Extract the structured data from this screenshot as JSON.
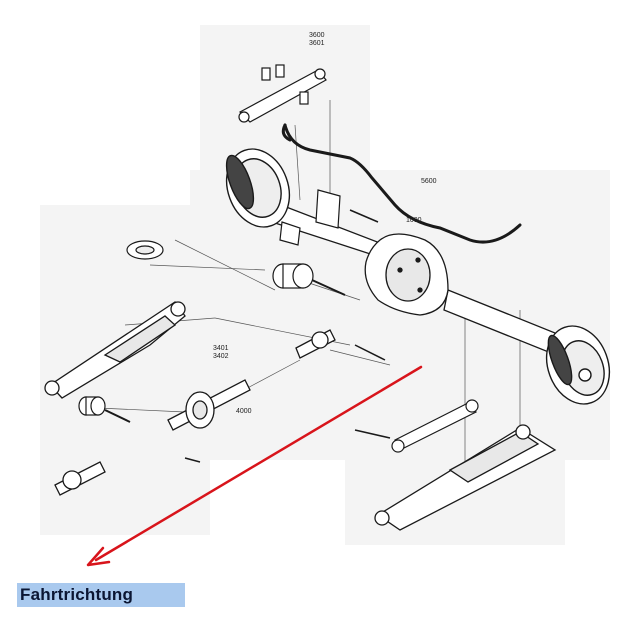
{
  "diagram": {
    "part_numbers": {
      "p3600": "3600",
      "p3601": "3601",
      "p5600": "5600",
      "p1000": "1000",
      "p3401": "3401",
      "p3402": "3402",
      "p4000": "4000"
    },
    "direction_label": "Fahrtrichtung",
    "arrow_color": "#d8141b",
    "label_background": "#a9c9ee",
    "line_color": "#1a1a1a"
  }
}
